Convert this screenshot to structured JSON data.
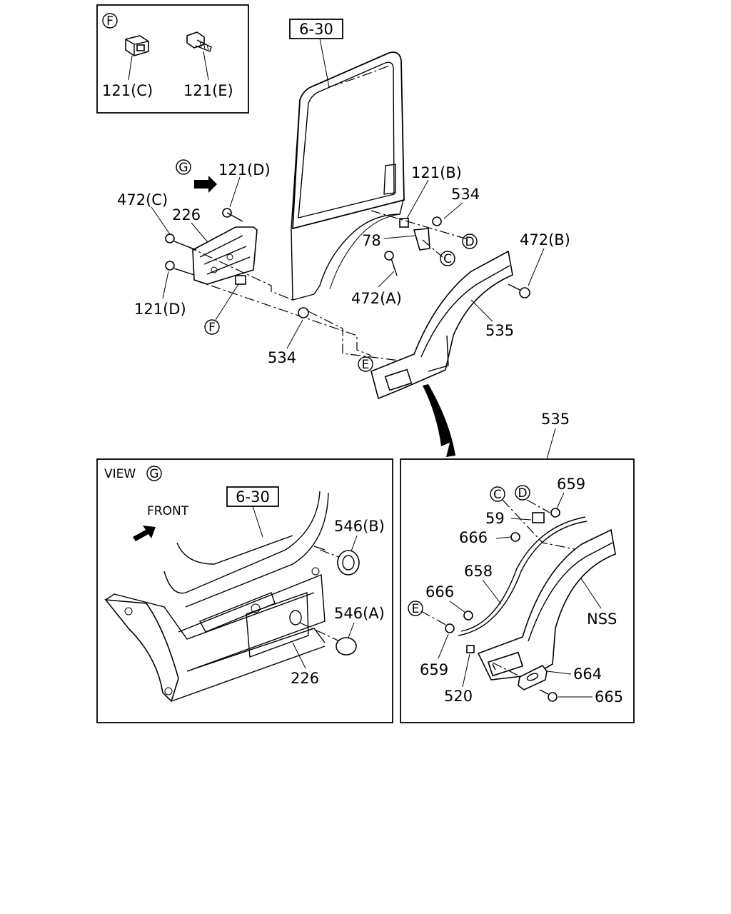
{
  "labels": {
    "inset_f_letter": "F",
    "p121c": "121(C)",
    "p121e": "121(E)",
    "ref630_top": "6-30",
    "g_letter": "G",
    "p121d_top": "121(D)",
    "p472c": "472(C)",
    "p226_top": "226",
    "p121d_bottom": "121(D)",
    "f_letter": "F",
    "p121b": "121(B)",
    "p534_top": "534",
    "p78": "78",
    "d_letter": "D",
    "c_letter": "C",
    "p472b": "472(B)",
    "p472a": "472(A)",
    "p535_main": "535",
    "p534_bottom": "534",
    "e_letter": "E",
    "p535_detail": "535",
    "view_text": "VIEW",
    "view_letter": "G",
    "front_text": "FRONT",
    "ref630_view": "6-30",
    "p546b": "546(B)",
    "p546a": "546(A)",
    "p226_view": "226",
    "c_letter_detail": "C",
    "d_letter_detail": "D",
    "p659_top": "659",
    "p59": "59",
    "p666_top": "666",
    "p658": "658",
    "p666_mid": "666",
    "e_letter_detail": "E",
    "nss": "NSS",
    "p659_bottom": "659",
    "p520": "520",
    "p664": "664",
    "p665": "665"
  }
}
